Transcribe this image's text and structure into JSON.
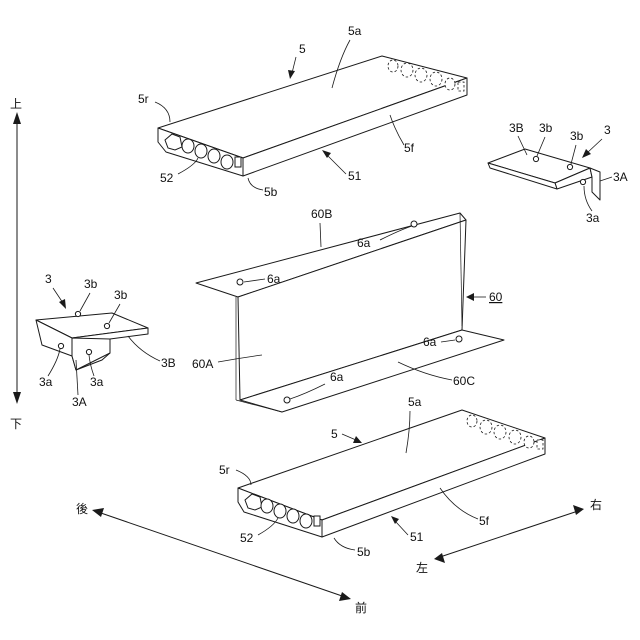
{
  "labels": {
    "upper_beam_ref": "5",
    "upper_beam_top": "5a",
    "upper_beam_rear": "5r",
    "upper_beam_front": "5f",
    "upper_beam_bottom": "5b",
    "upper_beam_holes": "52",
    "upper_beam_arrow": "51",
    "right_bracket_ref": "3",
    "right_bracket_top": "3B",
    "right_bracket_b1": "3b",
    "right_bracket_b2": "3b",
    "right_bracket_side": "3A",
    "right_bracket_a": "3a",
    "left_bracket_ref": "3",
    "left_bracket_b1": "3b",
    "left_bracket_b2": "3b",
    "left_bracket_top": "3B",
    "left_bracket_a1": "3a",
    "left_bracket_a2": "3a",
    "left_bracket_side": "3A",
    "zbeam_top": "60B",
    "zbeam_hole_top_right": "6a",
    "zbeam_hole_top_left": "6a",
    "zbeam_ref": "60",
    "zbeam_web": "60A",
    "zbeam_hole_bottom_right": "6a",
    "zbeam_hole_bottom_left": "6a",
    "zbeam_bottom": "60C",
    "lower_beam_ref": "5",
    "lower_beam_top": "5a",
    "lower_beam_rear": "5r",
    "lower_beam_front": "5f",
    "lower_beam_holes": "52",
    "lower_beam_bottom": "5b",
    "lower_beam_arrow": "51"
  },
  "directions": {
    "up": "上",
    "down": "下",
    "back": "後",
    "front": "前",
    "right": "右",
    "left": "左"
  }
}
